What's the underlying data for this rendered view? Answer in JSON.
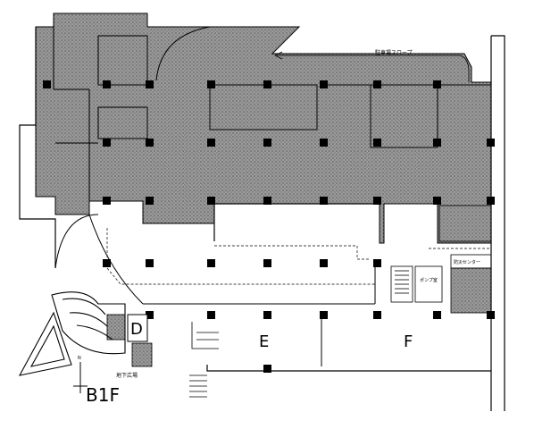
{
  "floor": {
    "level_label": "B1F",
    "north_label": "N"
  },
  "areas": {
    "d": "D",
    "e": "E",
    "f": "F"
  },
  "annotations": {
    "parking_slope": "駐車場スロープ",
    "underground_plaza": "地下広場",
    "room_small_1": "ポンプ室",
    "room_small_2": "防災センター"
  },
  "colors": {
    "shaded": "#8c8c8c",
    "line": "#000000",
    "background": "#ffffff"
  }
}
